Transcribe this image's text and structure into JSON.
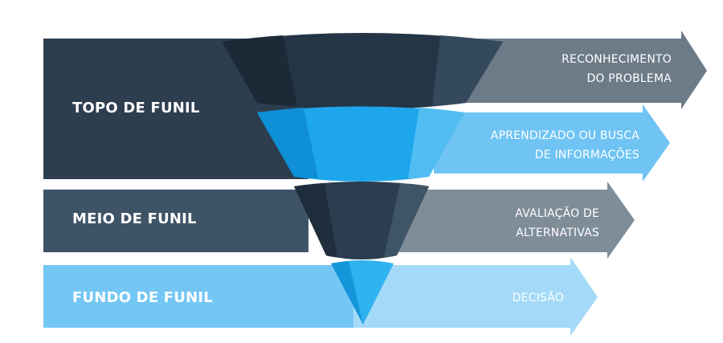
{
  "stages": [
    {
      "label": "TOPO DE FUNIL"
    },
    {
      "label": "MEIO DE FUNIL"
    },
    {
      "label": "FUNDO DE FUNIL"
    }
  ],
  "steps": [
    {
      "line1": "RECONHECIMENTO",
      "line2": "DO PROBLEMA"
    },
    {
      "line1": "APRENDIZADO OU BUSCA",
      "line2": "DE INFORMAÇÕES"
    },
    {
      "line1": "AVALIAÇÃO DE",
      "line2": "ALTERNATIVAS"
    },
    {
      "line1": "DECISÃO",
      "line2": ""
    }
  ],
  "colors": {
    "dark": "#2a3a4a",
    "mid_dark": "#3e5163",
    "grey_arrow": "#6c7b88",
    "blue": "#22aaee",
    "light_blue": "#6cc4f4",
    "pale_blue": "#9fd8f8"
  }
}
